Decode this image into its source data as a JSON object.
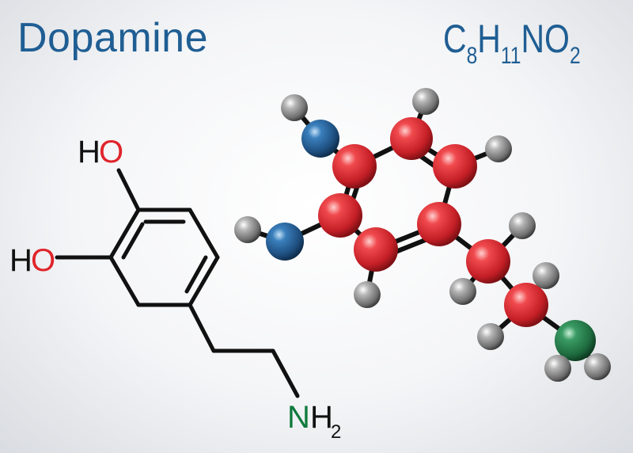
{
  "title": "Dopamine",
  "formula": {
    "c": "C",
    "c_n": "8",
    "h": "H",
    "h_n": "11",
    "n": "N",
    "o": "O",
    "o_n": "2"
  },
  "labels": {
    "ho_top_h": "H",
    "ho_top_o": "O",
    "ho_left_h": "H",
    "ho_left_o": "O",
    "nh2_n": "N",
    "nh2_h": "H",
    "nh2_sub": "2"
  },
  "colors": {
    "title": "#1f5e93",
    "oxygen_label": "#e0242b",
    "nitrogen_label": "#0f7a3c",
    "bond": "#111111",
    "atom_carbon": "#e0353a",
    "atom_oxygen": "#2f6aa3",
    "atom_nitrogen": "#2e8b57",
    "atom_hydrogen": "#8a8a8a"
  }
}
